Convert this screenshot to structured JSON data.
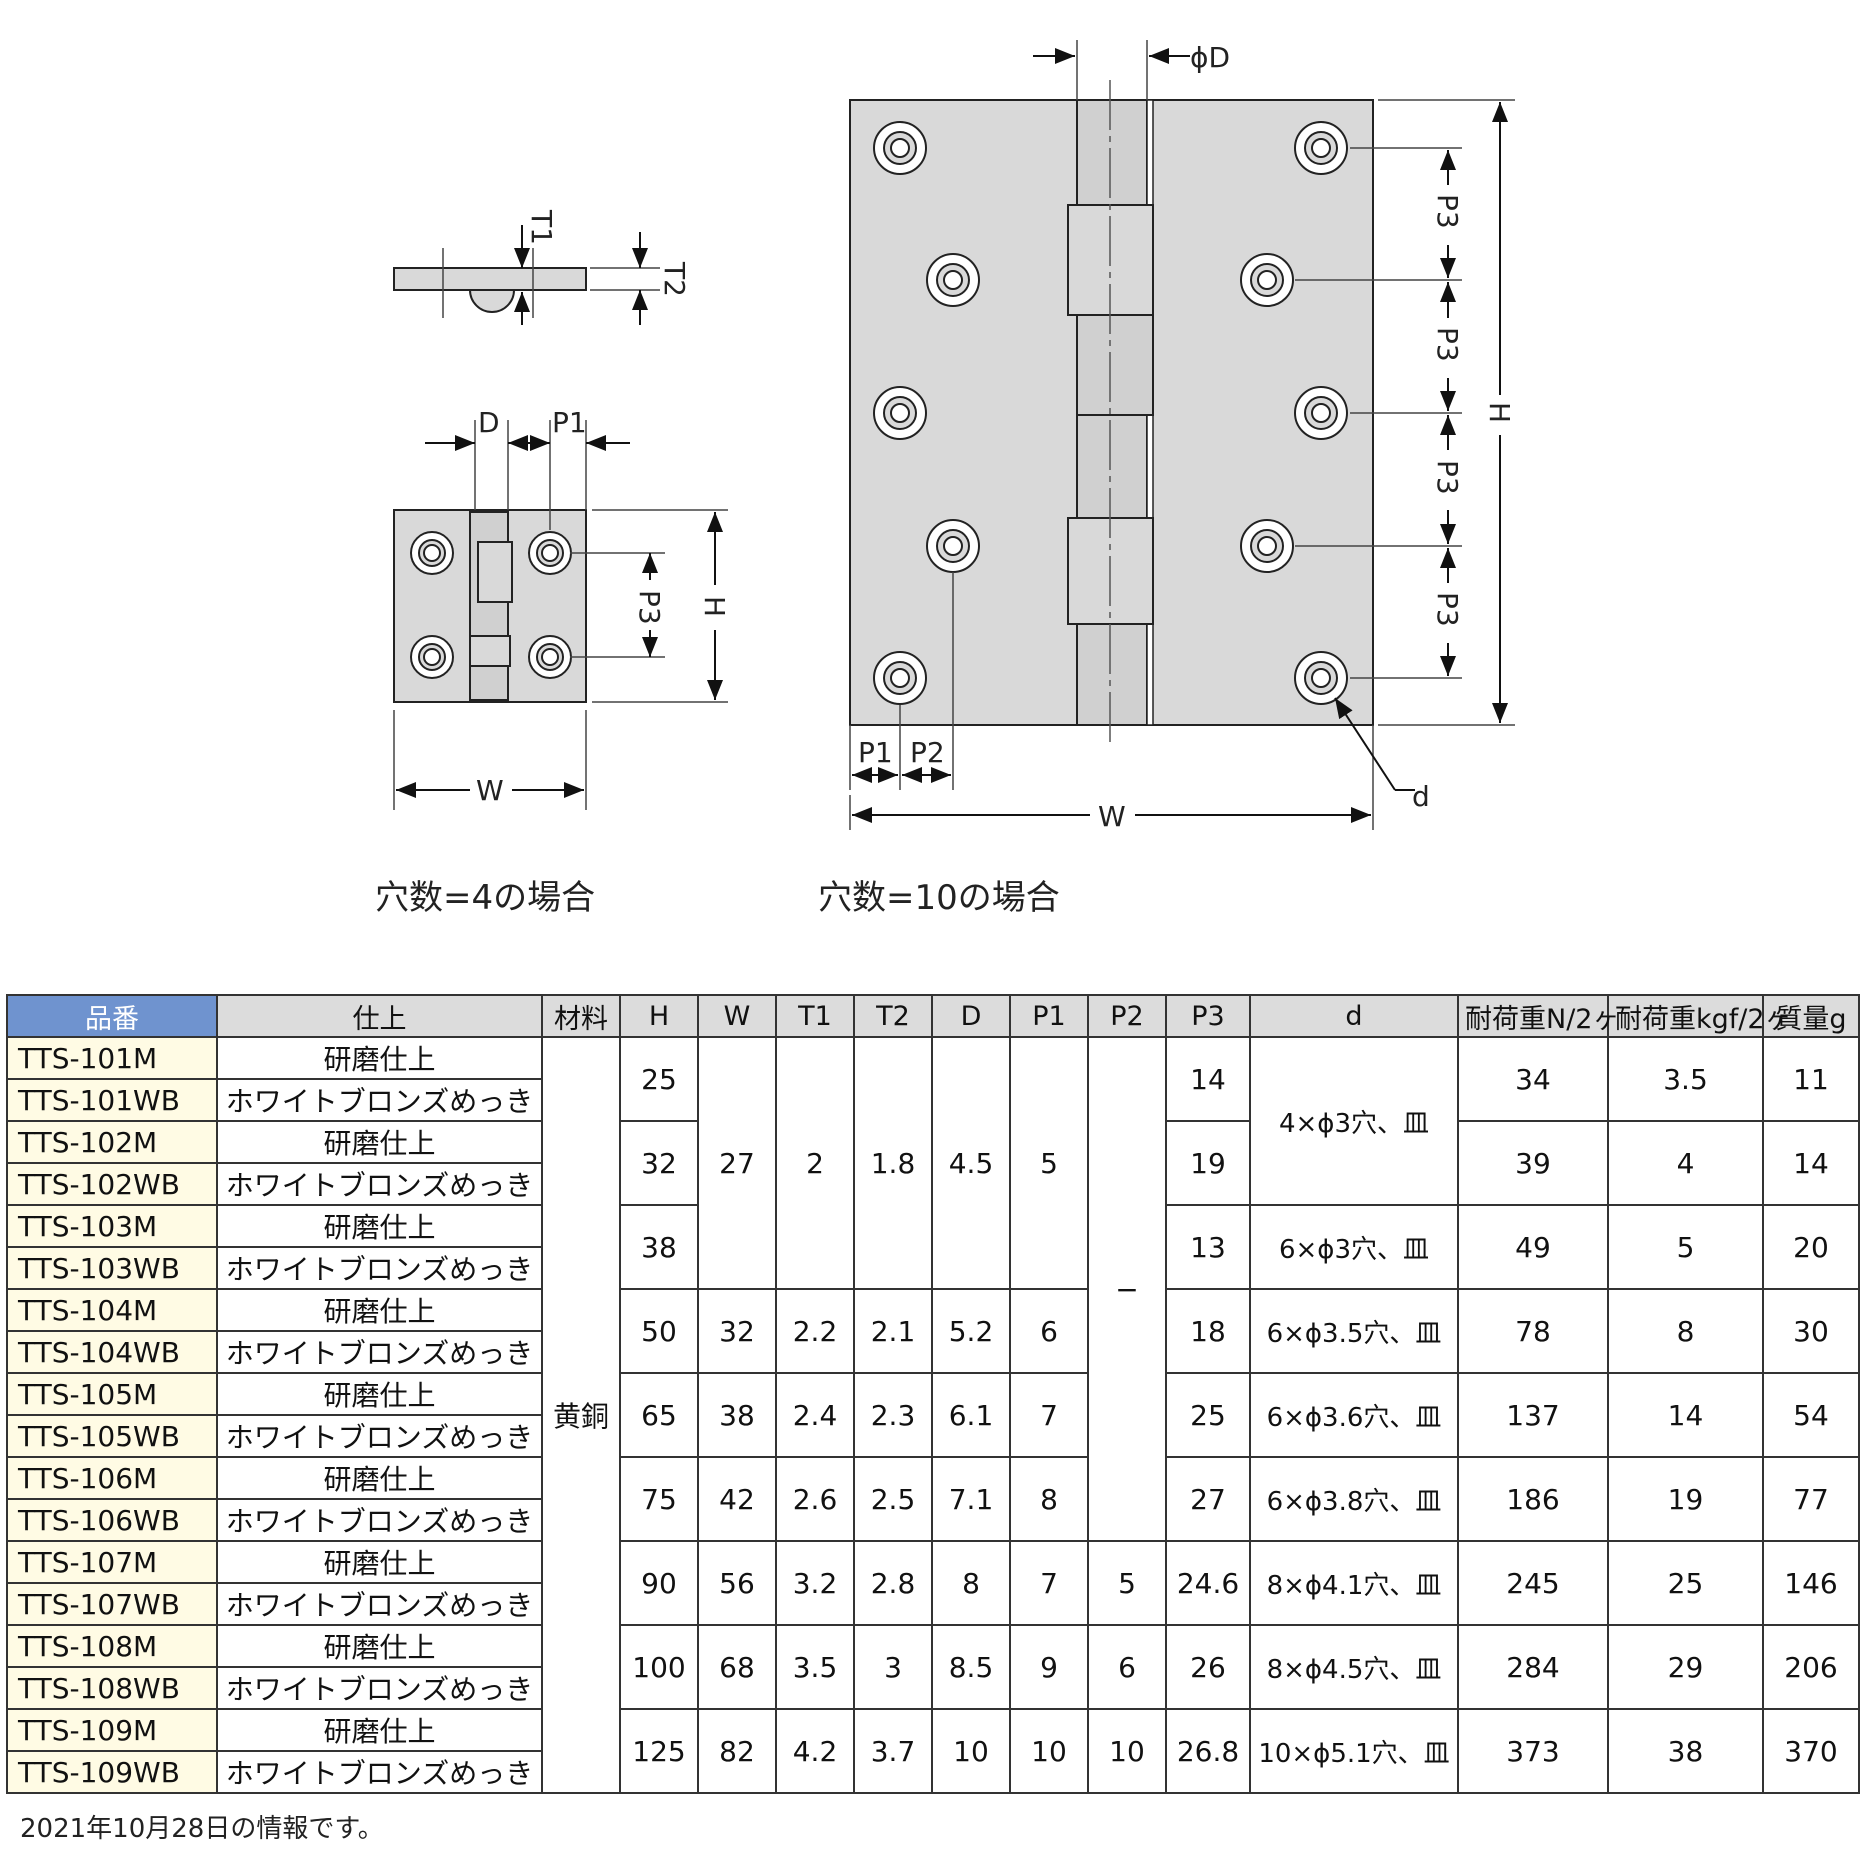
{
  "diagram": {
    "thickness_labels": [
      "T1",
      "T2"
    ],
    "small_hinge_labels": {
      "d": "D",
      "p1": "P1",
      "p3": "P3",
      "h": "H",
      "w": "W"
    },
    "large_hinge_labels": {
      "phi_d": "ϕD",
      "p3": "P3",
      "h": "H",
      "p1": "P1",
      "p2": "P2",
      "w": "W",
      "hole": "d"
    }
  },
  "captions": {
    "four_holes": "穴数=4の場合",
    "ten_holes": "穴数=10の場合"
  },
  "table": {
    "headers": [
      "品番",
      "仕上",
      "材料",
      "H",
      "W",
      "T1",
      "T2",
      "D",
      "P1",
      "P2",
      "P3",
      "d",
      "耐荷重N/2ヶ",
      "耐荷重kgf/2ヶ",
      "質量g"
    ],
    "material": "黄銅",
    "p2_dash": "−",
    "groups": [
      {
        "parts": [
          "TTS-101M",
          "TTS-101WB"
        ],
        "finishes": [
          "研磨仕上",
          "ホワイトブロンズめっき"
        ],
        "H": "25",
        "P3": "14",
        "load_n": "34",
        "load_kgf": "3.5",
        "mass": "11"
      },
      {
        "parts": [
          "TTS-102M",
          "TTS-102WB"
        ],
        "finishes": [
          "研磨仕上",
          "ホワイトブロンズめっき"
        ],
        "H": "32",
        "P3": "19",
        "load_n": "39",
        "load_kgf": "4",
        "mass": "14"
      },
      {
        "parts": [
          "TTS-103M",
          "TTS-103WB"
        ],
        "finishes": [
          "研磨仕上",
          "ホワイトブロンズめっき"
        ],
        "H": "38",
        "P3": "13",
        "d": "6×ϕ3穴、皿",
        "load_n": "49",
        "load_kgf": "5",
        "mass": "20"
      },
      {
        "parts": [
          "TTS-104M",
          "TTS-104WB"
        ],
        "finishes": [
          "研磨仕上",
          "ホワイトブロンズめっき"
        ],
        "H": "50",
        "W": "32",
        "T1": "2.2",
        "T2": "2.1",
        "D": "5.2",
        "P1": "6",
        "P3": "18",
        "d": "6×ϕ3.5穴、皿",
        "load_n": "78",
        "load_kgf": "8",
        "mass": "30"
      },
      {
        "parts": [
          "TTS-105M",
          "TTS-105WB"
        ],
        "finishes": [
          "研磨仕上",
          "ホワイトブロンズめっき"
        ],
        "H": "65",
        "W": "38",
        "T1": "2.4",
        "T2": "2.3",
        "D": "6.1",
        "P1": "7",
        "P3": "25",
        "d": "6×ϕ3.6穴、皿",
        "load_n": "137",
        "load_kgf": "14",
        "mass": "54"
      },
      {
        "parts": [
          "TTS-106M",
          "TTS-106WB"
        ],
        "finishes": [
          "研磨仕上",
          "ホワイトブロンズめっき"
        ],
        "H": "75",
        "W": "42",
        "T1": "2.6",
        "T2": "2.5",
        "D": "7.1",
        "P1": "8",
        "P3": "27",
        "d": "6×ϕ3.8穴、皿",
        "load_n": "186",
        "load_kgf": "19",
        "mass": "77"
      },
      {
        "parts": [
          "TTS-107M",
          "TTS-107WB"
        ],
        "finishes": [
          "研磨仕上",
          "ホワイトブロンズめっき"
        ],
        "H": "90",
        "W": "56",
        "T1": "3.2",
        "T2": "2.8",
        "D": "8",
        "P1": "7",
        "P2": "5",
        "P3": "24.6",
        "d": "8×ϕ4.1穴、皿",
        "load_n": "245",
        "load_kgf": "25",
        "mass": "146"
      },
      {
        "parts": [
          "TTS-108M",
          "TTS-108WB"
        ],
        "finishes": [
          "研磨仕上",
          "ホワイトブロンズめっき"
        ],
        "H": "100",
        "W": "68",
        "T1": "3.5",
        "T2": "3",
        "D": "8.5",
        "P1": "9",
        "P2": "6",
        "P3": "26",
        "d": "8×ϕ4.5穴、皿",
        "load_n": "284",
        "load_kgf": "29",
        "mass": "206"
      },
      {
        "parts": [
          "TTS-109M",
          "TTS-109WB"
        ],
        "finishes": [
          "研磨仕上",
          "ホワイトブロンズめっき"
        ],
        "H": "125",
        "W": "82",
        "T1": "4.2",
        "T2": "3.7",
        "D": "10",
        "P1": "10",
        "P2": "10",
        "P3": "26.8",
        "d": "10×ϕ5.1穴、皿",
        "load_n": "373",
        "load_kgf": "38",
        "mass": "370"
      }
    ],
    "shared_small": {
      "W": "27",
      "T1": "2",
      "T2": "1.8",
      "D": "4.5",
      "P1": "5",
      "d": "4×ϕ3穴、皿"
    }
  },
  "note": "2021年10月28日の情報です。"
}
